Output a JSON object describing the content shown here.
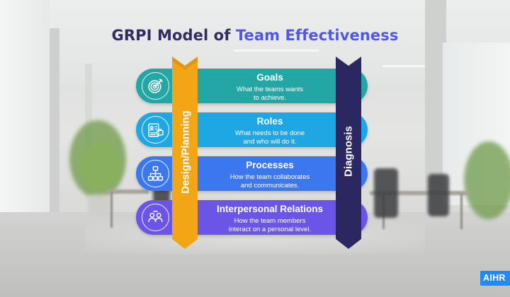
{
  "title": {
    "part1": "GRPI Model of ",
    "part2": "Team Effectiveness"
  },
  "ribbons": {
    "left": "Design/Planning",
    "right": "Diagnosis"
  },
  "rows": [
    {
      "title": "Goals",
      "line1": "What the teams wants",
      "line2": "to achieve.",
      "icon": "target-icon",
      "color": "#23a6a6"
    },
    {
      "title": "Roles",
      "line1": "What needs to be done",
      "line2": "and who will do it.",
      "icon": "roles-icon",
      "color": "#1ea7e2"
    },
    {
      "title": "Processes",
      "line1": "How the team collaborates",
      "line2": "and communicates.",
      "icon": "flowchart-icon",
      "color": "#3b78f0"
    },
    {
      "title": "Interpersonal Relations",
      "line1": "How the team members",
      "line2": "interact on a personal level.",
      "icon": "people-icon",
      "color": "#6a55e6"
    }
  ],
  "colors": {
    "title": "#2e2c63",
    "title_accent": "#4f56e8",
    "ribbon_left": "#f2a515",
    "ribbon_right": "#2b2760"
  },
  "logo": {
    "text": "AIHR"
  }
}
